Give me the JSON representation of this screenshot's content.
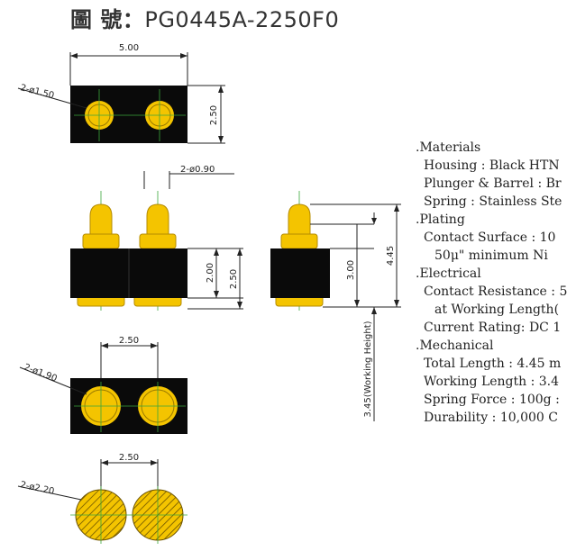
{
  "title": {
    "label": "圖 號：",
    "part_number": "PG0445A-2250F0"
  },
  "colors": {
    "body": "#0a0a0a",
    "pin": "#f4c400",
    "pin_dark": "#b58b00",
    "line": "#222222",
    "center": "#3aa63a"
  },
  "dims": {
    "width": "5.00",
    "height_top": "2.50",
    "pin_hole": "2-ø1.50",
    "plunger": "2-ø0.90",
    "body_height": "2.00",
    "pitch_height": "2.50",
    "barrel_len": "3.00",
    "total_len": "4.45",
    "working_height": "3.45(Working Height)",
    "pitch_mid": "2.50",
    "pad_mid": "2-ø1.90",
    "pitch_bottom": "2.50",
    "pad_bottom": "2-ø2.20"
  },
  "specs": [
    {
      "kind": "hd",
      "text": ".Materials"
    },
    {
      "kind": "it",
      "text": "Housing : Black HTN"
    },
    {
      "kind": "it",
      "text": "Plunger & Barrel : Br"
    },
    {
      "kind": "it",
      "text": "Spring : Stainless Ste"
    },
    {
      "kind": "hd",
      "text": ".Plating"
    },
    {
      "kind": "it",
      "text": "Contact Surface : 10"
    },
    {
      "kind": "it2",
      "text": "50μ\" minimum   Ni"
    },
    {
      "kind": "hd",
      "text": ".Electrical"
    },
    {
      "kind": "it",
      "text": "Contact Resistance : 5"
    },
    {
      "kind": "it2",
      "text": "at Working Length("
    },
    {
      "kind": "it",
      "text": "Current Rating: DC 1"
    },
    {
      "kind": "hd",
      "text": ".Mechanical"
    },
    {
      "kind": "it",
      "text": "Total Length : 4.45 m"
    },
    {
      "kind": "it",
      "text": "Working Length : 3.4"
    },
    {
      "kind": "it",
      "text": "Spring Force :  100g :"
    },
    {
      "kind": "it",
      "text": "Durability : 10,000 C"
    }
  ]
}
